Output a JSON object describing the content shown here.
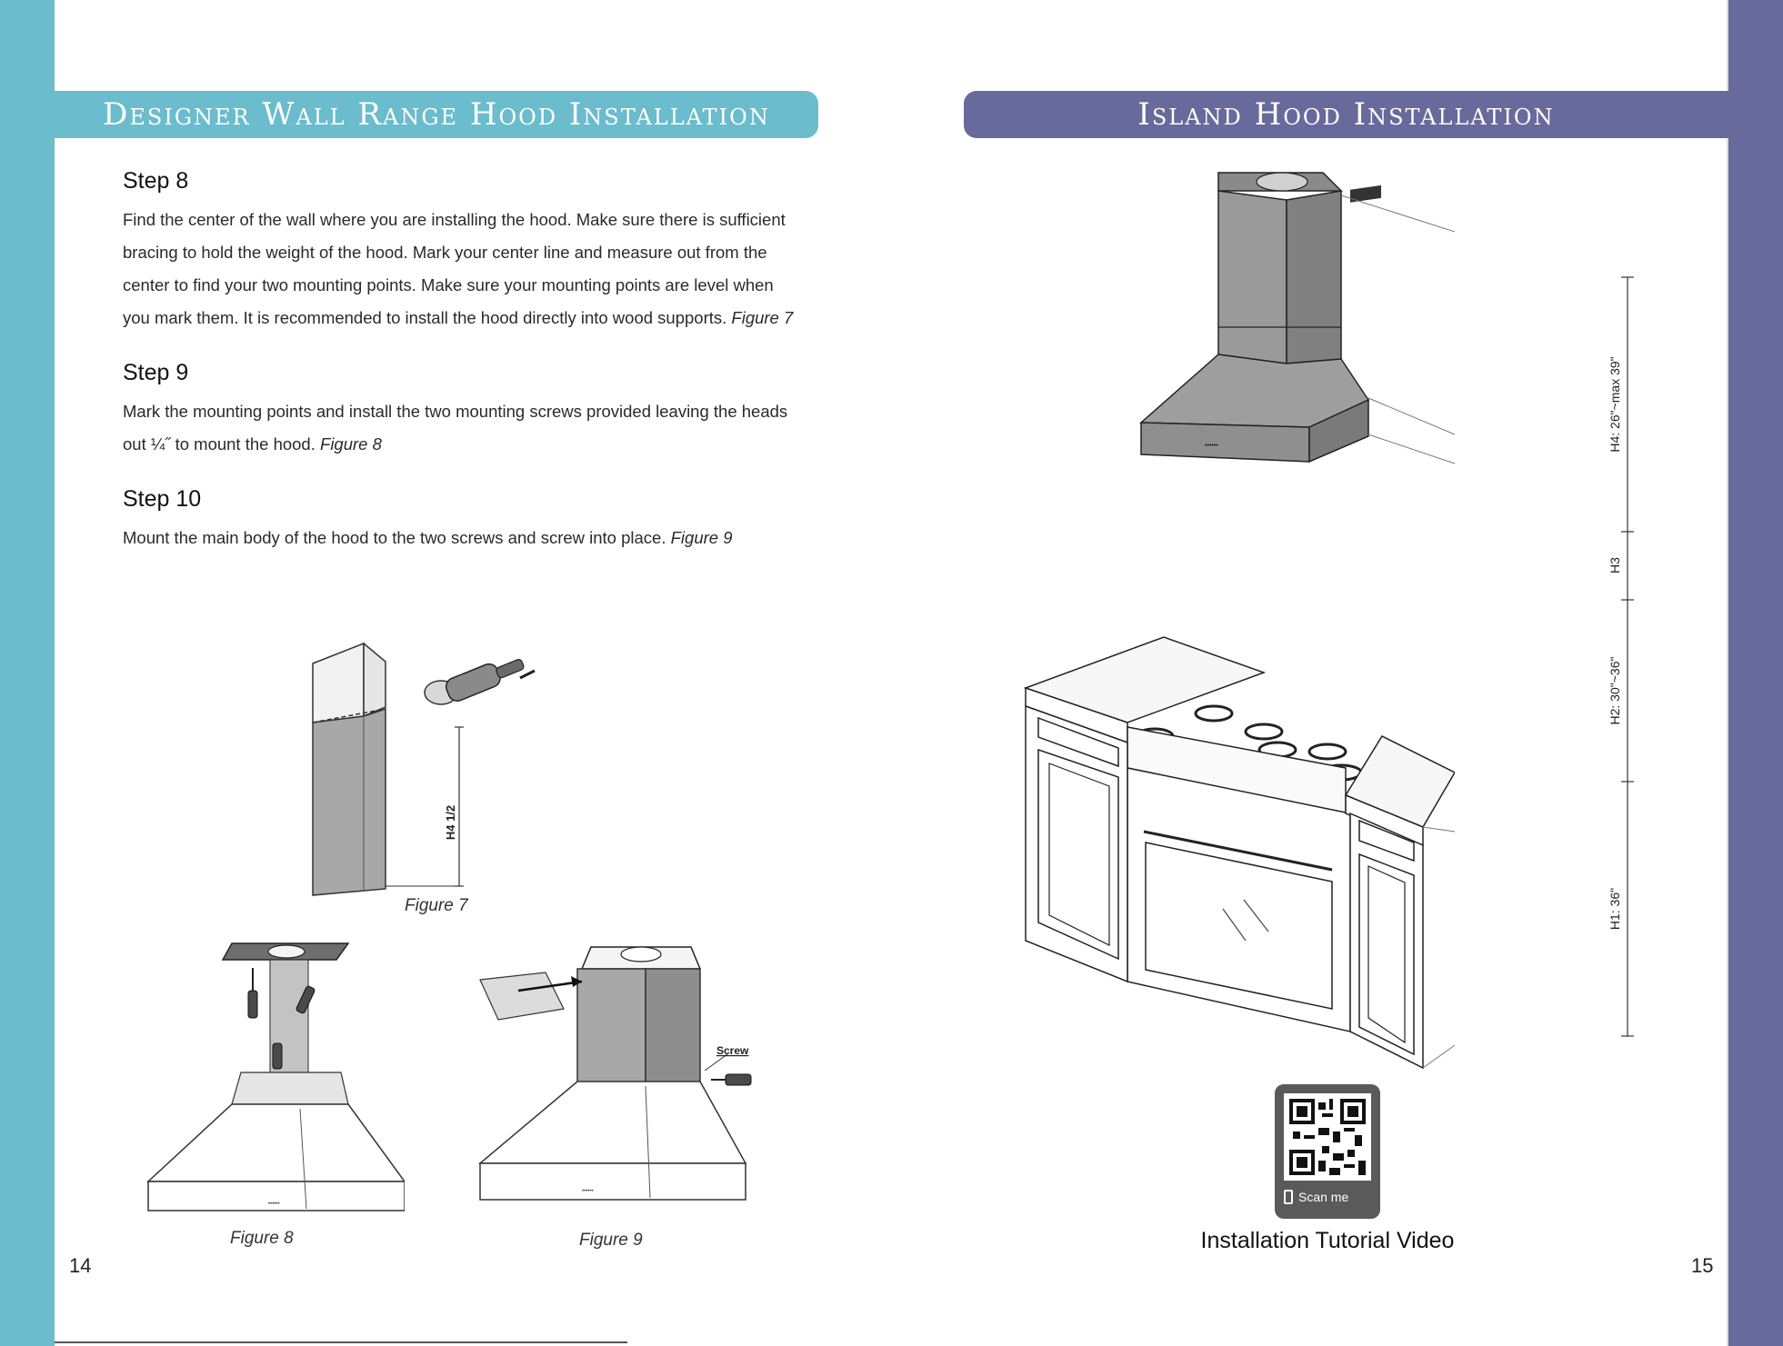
{
  "left_page": {
    "banner_title": "Designer Wall Range Hood Installation",
    "steps": [
      {
        "heading": "Step 8",
        "body": "Find the center of the wall where you are installing the hood. Make sure there is sufficient bracing to hold the weight of the hood. Mark your center line and measure out from the center to find your two mounting points. Make sure your mounting points are level when you mark them. It is recommended to install the hood directly into wood supports.",
        "figure_ref": "Figure 7"
      },
      {
        "heading": "Step 9",
        "body": "Mark the mounting points and install the two mounting screws provided leaving the heads out ¼˝ to mount the hood.",
        "figure_ref": "Figure 8"
      },
      {
        "heading": "Step 10",
        "body": "Mount the main body of the hood to the two screws and screw into place.",
        "figure_ref": "Figure 9"
      }
    ],
    "figure7": {
      "caption": "Figure 7",
      "dimension_label": "H4 1/2"
    },
    "figure8": {
      "caption": "Figure 8"
    },
    "figure9": {
      "caption": "Figure 9",
      "screw_label": "Screw"
    },
    "page_number": "14"
  },
  "right_page": {
    "banner_title": "Island Hood Installation",
    "dimensions": {
      "h4": "H4: 26\"~max 39\"",
      "h3": "H3",
      "h2": "H2: 30\"~36\"",
      "h1": "H1: 36\""
    },
    "qr": {
      "scan_label": "Scan me",
      "caption": "Installation Tutorial Video"
    },
    "page_number": "15"
  },
  "colors": {
    "left_accent": "#6bbccd",
    "right_accent": "#676a9a"
  }
}
